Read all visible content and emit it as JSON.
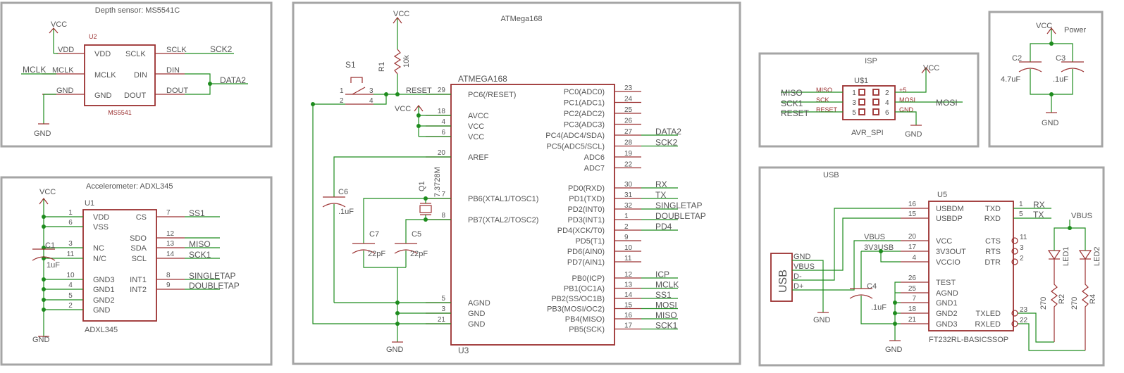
{
  "depth": {
    "title": "Depth sensor: MS5541C",
    "ref": "U2",
    "part": "MS5541",
    "pins_left": [
      "VDD",
      "MCLK",
      "GND"
    ],
    "pins_right": [
      "SCLK",
      "DIN",
      "DOUT"
    ],
    "nets": {
      "vdd": "VDD",
      "mclk_in": "MCLK",
      "mclk_pin": "MCLK",
      "gnd": "GND",
      "sclk": "SCLK",
      "sck2": "SCK2",
      "din": "DIN",
      "dout": "DOUT",
      "data2": "DATA2"
    },
    "power": {
      "vcc": "VCC",
      "gnd": "GND"
    }
  },
  "accel": {
    "title": "Accelerometer: ADXL345",
    "ref": "U1",
    "part": "ADXL345",
    "pins_left": [
      {
        "num": "1",
        "name": "VDD"
      },
      {
        "num": "6",
        "name": "VSS"
      },
      {
        "num": "3",
        "name": "NC"
      },
      {
        "num": "11",
        "name": "N/C"
      },
      {
        "num": "10",
        "name": "GND3"
      },
      {
        "num": "4",
        "name": "GND1"
      },
      {
        "num": "5",
        "name": "GND2"
      },
      {
        "num": "2",
        "name": "GND"
      }
    ],
    "pins_right": [
      {
        "num": "7",
        "name": "CS",
        "net": "SS1"
      },
      {
        "num": "12",
        "name": "SDO",
        "net": ""
      },
      {
        "num": "13",
        "name": "SDA",
        "net": "MISO"
      },
      {
        "num": "14",
        "name": "SCL",
        "net": "SCK1"
      },
      {
        "num": "8",
        "name": "INT1",
        "net": "SINGLETAP"
      },
      {
        "num": "9",
        "name": "INT2",
        "net": "DOUBLETAP"
      }
    ],
    "cap": {
      "ref": "C1",
      "value": "1uF"
    },
    "power": {
      "vcc": "VCC",
      "gnd": "GND"
    }
  },
  "mcu": {
    "title": "ATMega168",
    "part": "ATMEGA168",
    "ref": "U3",
    "pins_left": [
      {
        "num": "29",
        "name": "PC6(/RESET)"
      },
      {
        "num": "18",
        "name": "AVCC"
      },
      {
        "num": "4",
        "name": "VCC"
      },
      {
        "num": "6",
        "name": "VCC"
      },
      {
        "num": "20",
        "name": "AREF"
      },
      {
        "num": "7",
        "name": "PB6(XTAL1/TOSC1)"
      },
      {
        "num": "8",
        "name": "PB7(XTAL2/TOSC2)"
      },
      {
        "num": "5",
        "name": "AGND"
      },
      {
        "num": "3",
        "name": "GND"
      },
      {
        "num": "21",
        "name": "GND"
      }
    ],
    "pins_right": [
      {
        "num": "23",
        "name": "PC0(ADC0)",
        "net": ""
      },
      {
        "num": "24",
        "name": "PC1(ADC1)",
        "net": ""
      },
      {
        "num": "25",
        "name": "PC2(ADC2)",
        "net": ""
      },
      {
        "num": "26",
        "name": "PC3(ADC3)",
        "net": ""
      },
      {
        "num": "27",
        "name": "PC4(ADC4/SDA)",
        "net": "DATA2"
      },
      {
        "num": "28",
        "name": "PC5(ADC5/SCL)",
        "net": "SCK2"
      },
      {
        "num": "19",
        "name": "ADC6",
        "net": ""
      },
      {
        "num": "22",
        "name": "ADC7",
        "net": ""
      },
      {
        "num": "30",
        "name": "PD0(RXD)",
        "net": "RX"
      },
      {
        "num": "31",
        "name": "PD1(TXD)",
        "net": "TX"
      },
      {
        "num": "32",
        "name": "PD2(INT0)",
        "net": "SINGLETAP"
      },
      {
        "num": "1",
        "name": "PD3(INT1)",
        "net": "DOUBLETAP"
      },
      {
        "num": "2",
        "name": "PD4(XCK/T0)",
        "net": "PD4"
      },
      {
        "num": "9",
        "name": "PD5(T1)",
        "net": ""
      },
      {
        "num": "10",
        "name": "PD6(AIN0)",
        "net": ""
      },
      {
        "num": "11",
        "name": "PD7(AIN1)",
        "net": ""
      },
      {
        "num": "12",
        "name": "PB0(ICP)",
        "net": "ICP"
      },
      {
        "num": "13",
        "name": "PB1(OC1A)",
        "net": "MCLK"
      },
      {
        "num": "14",
        "name": "PB2(SS/OC1B)",
        "net": "SS1"
      },
      {
        "num": "15",
        "name": "PB3(MOSI/OC2)",
        "net": "MOSI"
      },
      {
        "num": "16",
        "name": "PB4(MISO)",
        "net": "MISO"
      },
      {
        "num": "17",
        "name": "PB5(SCK)",
        "net": "SCK1"
      }
    ],
    "reset_net": "RESET",
    "switch": {
      "ref": "S1",
      "pins": [
        "1",
        "2",
        "3",
        "4"
      ]
    },
    "resistor": {
      "ref": "R1",
      "value": "10k"
    },
    "crystal": {
      "ref": "Q1",
      "value": "7.3728M"
    },
    "caps": [
      {
        "ref": "C6",
        "value": ".1uF"
      },
      {
        "ref": "C7",
        "value": "22pF"
      },
      {
        "ref": "C5",
        "value": "22pF"
      }
    ],
    "power": {
      "vcc": "VCC",
      "vcc2": "VCC",
      "gnd": "GND"
    }
  },
  "isp": {
    "title": "ISP",
    "ref": "U$1",
    "part": "AVR_SPI",
    "pins_left": [
      {
        "num": "1",
        "name": "MISO"
      },
      {
        "num": "3",
        "name": "SCK"
      },
      {
        "num": "5",
        "name": "RESET"
      }
    ],
    "pins_right": [
      {
        "num": "2",
        "name": "+5"
      },
      {
        "num": "4",
        "name": "MOSI"
      },
      {
        "num": "6",
        "name": "GND"
      }
    ],
    "nets": {
      "miso": "MISO",
      "sck1": "SCK1",
      "reset": "RESET",
      "mosi": "MOSI"
    },
    "power": {
      "vcc": "VCC",
      "gnd": "GND"
    }
  },
  "power": {
    "title": "Power",
    "caps": [
      {
        "ref": "C2",
        "value": "4.7uF"
      },
      {
        "ref": "C3",
        "value": ".1uF"
      }
    ],
    "vcc": "VCC",
    "gnd": "GND"
  },
  "usb": {
    "title": "USB",
    "connector": {
      "label": "USB",
      "pins": [
        "GND",
        "VBUS",
        "D-",
        "D+"
      ]
    },
    "ref": "U5",
    "part": "FT232RL-BASICSSOP",
    "pins_left": [
      {
        "num": "16",
        "name": "USBDM"
      },
      {
        "num": "15",
        "name": "USBDP"
      },
      {
        "num": "20",
        "name": "VCC"
      },
      {
        "num": "17",
        "name": "3V3OUT"
      },
      {
        "num": "4",
        "name": "VCCIO"
      },
      {
        "num": "26",
        "name": "TEST"
      },
      {
        "num": "25",
        "name": "AGND"
      },
      {
        "num": "7",
        "name": "GND1"
      },
      {
        "num": "18",
        "name": "GND2"
      },
      {
        "num": "21",
        "name": "GND3"
      }
    ],
    "pins_right": [
      {
        "num": "1",
        "name": "TXD",
        "net": "RX"
      },
      {
        "num": "5",
        "name": "RXD",
        "net": "TX"
      },
      {
        "num": "11",
        "name": "CTS",
        "net": ""
      },
      {
        "num": "3",
        "name": "RTS",
        "net": ""
      },
      {
        "num": "2",
        "name": "DTR",
        "net": ""
      },
      {
        "num": "23",
        "name": "TXLED",
        "net": ""
      },
      {
        "num": "22",
        "name": "RXLED",
        "net": ""
      }
    ],
    "nets": {
      "vbus": "VBUS",
      "v3v3": "3V3USB",
      "vbus_right": "VBUS"
    },
    "cap": {
      "ref": "C4",
      "value": ".1uF"
    },
    "leds": [
      {
        "ref": "LED1"
      },
      {
        "ref": "LED2"
      }
    ],
    "resistors": [
      {
        "ref": "R2",
        "value": "270"
      },
      {
        "ref": "R4",
        "value": "270"
      }
    ],
    "power": {
      "gnd": "GND",
      "gnd2": "GND"
    }
  }
}
